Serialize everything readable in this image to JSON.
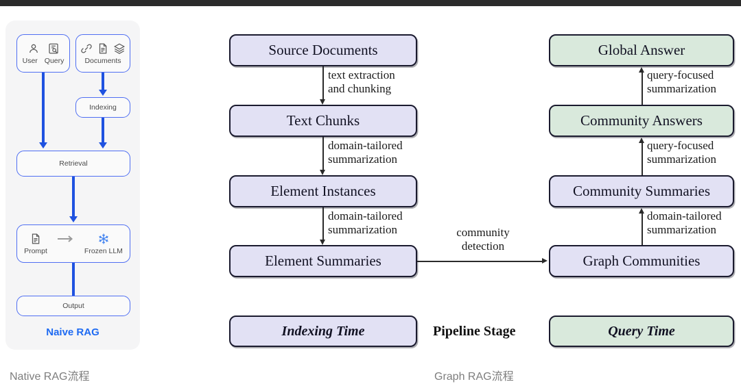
{
  "page": {
    "topbar_color": "#2b2b2b",
    "background": "#ffffff"
  },
  "naive_rag": {
    "panel_background": "#f5f5f6",
    "accent_color": "#1f52e0",
    "title": "Naive RAG",
    "caption": "Native RAG流程",
    "nodes": {
      "user": "User",
      "query": "Query",
      "documents": "Documents",
      "indexing": "Indexing",
      "retrieval": "Retrieval",
      "prompt": "Prompt",
      "frozen_llm": "Frozen LLM",
      "output": "Output"
    },
    "icons": {
      "user": "user-icon",
      "query": "document-search-icon",
      "link": "link-icon",
      "file": "file-icon",
      "layers": "layers-icon",
      "prompt": "document-icon",
      "arrow": "arrow-right-icon",
      "snowflake": "snowflake-icon"
    }
  },
  "graph_rag": {
    "caption": "Graph RAG流程",
    "colors": {
      "indexing_fill": "#e2e1f4",
      "query_fill": "#d9e9dc",
      "border": "#1a1a2e"
    },
    "indexing_column": [
      {
        "label": "Source Documents"
      },
      {
        "label": "Text Chunks"
      },
      {
        "label": "Element Instances"
      },
      {
        "label": "Element Summaries"
      }
    ],
    "indexing_edges": [
      {
        "line1": "text extraction",
        "line2": "and chunking"
      },
      {
        "line1": "domain-tailored",
        "line2": "summarization"
      },
      {
        "line1": "domain-tailored",
        "line2": "summarization"
      }
    ],
    "query_column": [
      {
        "label": "Global Answer",
        "fill": "green"
      },
      {
        "label": "Community Answers",
        "fill": "green"
      },
      {
        "label": "Community Summaries",
        "fill": "purple"
      },
      {
        "label": "Graph Communities",
        "fill": "purple"
      }
    ],
    "query_edges": [
      {
        "line1": "query-focused",
        "line2": "summarization"
      },
      {
        "line1": "query-focused",
        "line2": "summarization"
      },
      {
        "line1": "domain-tailored",
        "line2": "summarization"
      }
    ],
    "bridge_edge": {
      "line1": "community",
      "line2": "detection"
    },
    "legend": {
      "indexing_time": "Indexing Time",
      "pipeline_stage": "Pipeline Stage",
      "query_time": "Query Time"
    }
  }
}
